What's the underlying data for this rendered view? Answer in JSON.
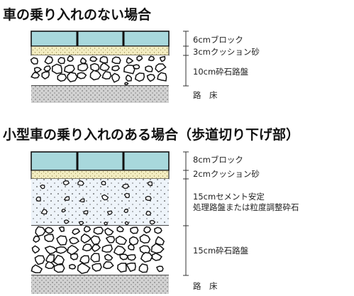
{
  "section1": {
    "title": "車の乗り入れのない場合",
    "layers": [
      {
        "label": "6cmブロック"
      },
      {
        "label": "3cmクッション砂"
      },
      {
        "label": "10cm砕石路盤"
      },
      {
        "label": "路　床"
      }
    ]
  },
  "section2": {
    "title": "小型車の乗り入れのある場合（歩道切り下げ部）",
    "layers": [
      {
        "label": "8cmブロック"
      },
      {
        "label": "2cmクッション砂"
      },
      {
        "label_line1": "15cmセメント安定",
        "label_line2": "処理路盤または粒度調整砕石"
      },
      {
        "label": "15cm砕石路盤"
      },
      {
        "label": "路　床"
      }
    ]
  },
  "colors": {
    "block": "#a8d8dc",
    "sand": "#f2ecc0",
    "stone_bg": "#ffffff",
    "subgrade": "#d2d2d2",
    "cement_bg": "#eef4fa"
  }
}
